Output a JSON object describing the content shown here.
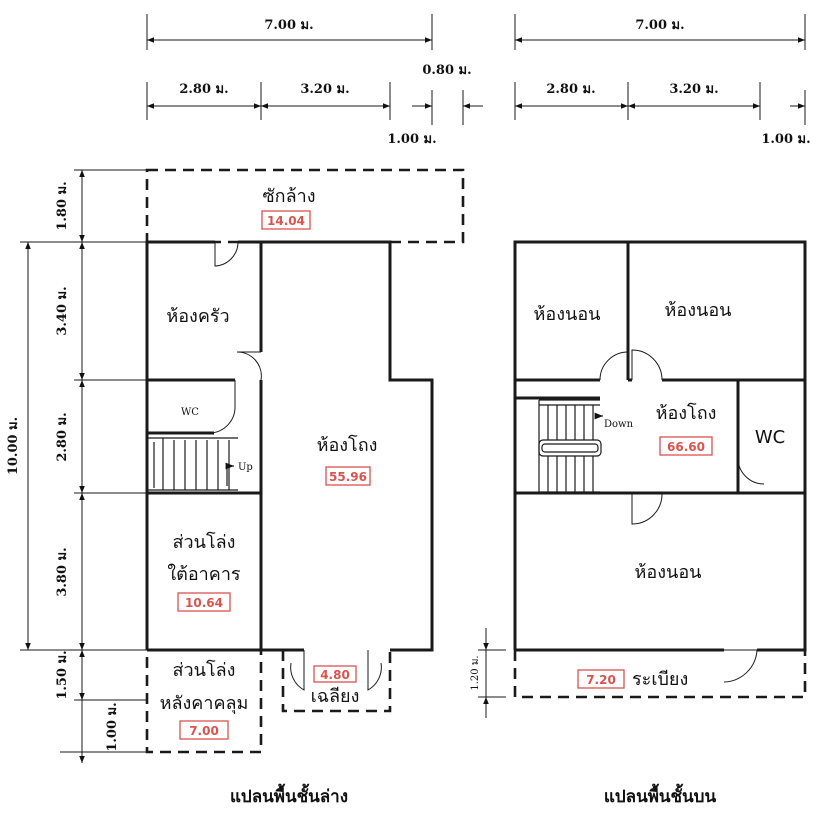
{
  "ground_floor": {
    "title": "แปลนพื้นชั้นล่าง",
    "dims": {
      "total_width": "7.00 ม.",
      "seg_a": "2.80 ม.",
      "seg_b": "3.20 ม.",
      "overhang": "0.80 ม.",
      "offset": "1.00 ม.",
      "total_depth": "10.00 ม.",
      "v_laundry": "1.80 ม.",
      "v_kitchen": "3.40 ม.",
      "v_stair": "2.80 ม.",
      "v_open": "3.80 ม.",
      "v_carport": "1.50 ม.",
      "v_bottom": "1.00 ม."
    },
    "rooms": {
      "laundry": "ซักล้าง",
      "laundry_area": "14.04",
      "kitchen": "ห้องครัว",
      "wc": "WC",
      "up": "Up",
      "hall": "ห้องโถง",
      "hall_area": "55.96",
      "open_1": "ส่วนโล่ง",
      "open_2": "ใต้อาคาร",
      "open_area": "10.64",
      "carport_1": "ส่วนโล่ง",
      "carport_2": "หลังคาคลุม",
      "carport_area": "7.00",
      "porch": "เฉลียง",
      "porch_area": "4.80"
    }
  },
  "upper_floor": {
    "title": "แปลนพื้นชั้นบน",
    "dims": {
      "total_width": "7.00 ม.",
      "seg_a": "2.80 ม.",
      "seg_b": "3.20 ม.",
      "offset": "1.00 ม.",
      "balcony_depth": "1.20 ม."
    },
    "rooms": {
      "bed_1": "ห้องนอน",
      "bed_2": "ห้องนอน",
      "hall": "ห้องโถง",
      "hall_area": "66.60",
      "wc": "WC",
      "down": "Down",
      "bed_3": "ห้องนอน",
      "balcony": "ระเบียง",
      "balcony_area": "7.20"
    }
  }
}
